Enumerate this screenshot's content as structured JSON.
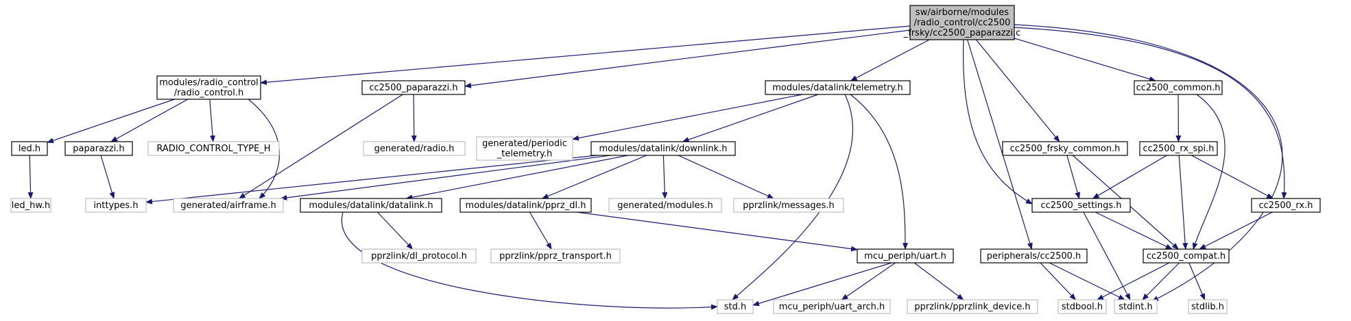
{
  "colors": {
    "edge": "#191970",
    "root_fill": "#bfbfbf",
    "external_border": "#bfbfbf",
    "internal_border": "#000000"
  },
  "nodes": [
    {
      "id": "root",
      "kind": "root",
      "lines": [
        "sw/airborne/modules",
        "/radio_control/cc2500",
        "_frsky/cc2500_paparazzi.c"
      ]
    },
    {
      "id": "radio_control_h",
      "kind": "internal",
      "lines": [
        "modules/radio_control",
        "/radio_control.h"
      ]
    },
    {
      "id": "cc2500_paparazzi_h",
      "kind": "internal",
      "lines": [
        "cc2500_paparazzi.h"
      ]
    },
    {
      "id": "telemetry_h",
      "kind": "internal",
      "lines": [
        "modules/datalink/telemetry.h"
      ]
    },
    {
      "id": "cc2500_common_h",
      "kind": "internal",
      "lines": [
        "cc2500_common.h"
      ]
    },
    {
      "id": "led_h",
      "kind": "internal",
      "lines": [
        "led.h"
      ]
    },
    {
      "id": "paparazzi_h",
      "kind": "internal",
      "lines": [
        "paparazzi.h"
      ]
    },
    {
      "id": "radio_control_type_h",
      "kind": "external",
      "lines": [
        "RADIO_CONTROL_TYPE_H"
      ]
    },
    {
      "id": "generated_radio_h",
      "kind": "external",
      "lines": [
        "generated/radio.h"
      ]
    },
    {
      "id": "periodic_telemetry_h",
      "kind": "external",
      "lines": [
        "generated/periodic",
        "_telemetry.h"
      ]
    },
    {
      "id": "downlink_h",
      "kind": "internal",
      "lines": [
        "modules/datalink/downlink.h"
      ]
    },
    {
      "id": "cc2500_frsky_common_h",
      "kind": "internal",
      "lines": [
        "cc2500_frsky_common.h"
      ]
    },
    {
      "id": "cc2500_rx_spi_h",
      "kind": "internal",
      "lines": [
        "cc2500_rx_spi.h"
      ]
    },
    {
      "id": "led_hw_h",
      "kind": "external",
      "lines": [
        "led_hw.h"
      ]
    },
    {
      "id": "inttypes_h",
      "kind": "external",
      "lines": [
        "inttypes.h"
      ]
    },
    {
      "id": "generated_airframe_h",
      "kind": "external",
      "lines": [
        "generated/airframe.h"
      ]
    },
    {
      "id": "datalink_h",
      "kind": "internal",
      "lines": [
        "modules/datalink/datalink.h"
      ]
    },
    {
      "id": "pprz_dl_h",
      "kind": "internal",
      "lines": [
        "modules/datalink/pprz_dl.h"
      ]
    },
    {
      "id": "generated_modules_h",
      "kind": "external",
      "lines": [
        "generated/modules.h"
      ]
    },
    {
      "id": "pprzlink_messages_h",
      "kind": "external",
      "lines": [
        "pprzlink/messages.h"
      ]
    },
    {
      "id": "cc2500_settings_h",
      "kind": "internal",
      "lines": [
        "cc2500_settings.h"
      ]
    },
    {
      "id": "cc2500_rx_h",
      "kind": "internal",
      "lines": [
        "cc2500_rx.h"
      ]
    },
    {
      "id": "dl_protocol_h",
      "kind": "external",
      "lines": [
        "pprzlink/dl_protocol.h"
      ]
    },
    {
      "id": "pprz_transport_h",
      "kind": "external",
      "lines": [
        "pprzlink/pprz_transport.h"
      ]
    },
    {
      "id": "mcu_uart_h",
      "kind": "internal",
      "lines": [
        "mcu_periph/uart.h"
      ]
    },
    {
      "id": "peripherals_cc2500_h",
      "kind": "internal",
      "lines": [
        "peripherals/cc2500.h"
      ]
    },
    {
      "id": "cc2500_compat_h",
      "kind": "internal",
      "lines": [
        "cc2500_compat.h"
      ]
    },
    {
      "id": "std_h",
      "kind": "external",
      "lines": [
        "std.h"
      ]
    },
    {
      "id": "uart_arch_h",
      "kind": "external",
      "lines": [
        "mcu_periph/uart_arch.h"
      ]
    },
    {
      "id": "pprzlink_device_h",
      "kind": "external",
      "lines": [
        "pprzlink/pprzlink_device.h"
      ]
    },
    {
      "id": "stdbool_h",
      "kind": "external",
      "lines": [
        "stdbool.h"
      ]
    },
    {
      "id": "stdint_h",
      "kind": "external",
      "lines": [
        "stdint.h"
      ]
    },
    {
      "id": "stdlib_h",
      "kind": "external",
      "lines": [
        "stdlib.h"
      ]
    }
  ],
  "edges": [
    [
      "root",
      "radio_control_h"
    ],
    [
      "root",
      "cc2500_paparazzi_h"
    ],
    [
      "root",
      "telemetry_h"
    ],
    [
      "root",
      "cc2500_common_h"
    ],
    [
      "root",
      "cc2500_frsky_common_h"
    ],
    [
      "root",
      "cc2500_settings_h"
    ],
    [
      "root",
      "cc2500_rx_h"
    ],
    [
      "root",
      "peripherals_cc2500_h"
    ],
    [
      "root",
      "stdint_h"
    ],
    [
      "radio_control_h",
      "led_h"
    ],
    [
      "radio_control_h",
      "paparazzi_h"
    ],
    [
      "radio_control_h",
      "radio_control_type_h"
    ],
    [
      "radio_control_h",
      "generated_airframe_h"
    ],
    [
      "led_h",
      "led_hw_h"
    ],
    [
      "paparazzi_h",
      "inttypes_h"
    ],
    [
      "cc2500_paparazzi_h",
      "generated_radio_h"
    ],
    [
      "cc2500_paparazzi_h",
      "generated_airframe_h"
    ],
    [
      "telemetry_h",
      "periodic_telemetry_h"
    ],
    [
      "telemetry_h",
      "downlink_h"
    ],
    [
      "telemetry_h",
      "std_h"
    ],
    [
      "telemetry_h",
      "mcu_uart_h"
    ],
    [
      "downlink_h",
      "inttypes_h"
    ],
    [
      "downlink_h",
      "generated_airframe_h"
    ],
    [
      "downlink_h",
      "datalink_h"
    ],
    [
      "downlink_h",
      "pprz_dl_h"
    ],
    [
      "downlink_h",
      "generated_modules_h"
    ],
    [
      "downlink_h",
      "pprzlink_messages_h"
    ],
    [
      "datalink_h",
      "dl_protocol_h"
    ],
    [
      "datalink_h",
      "std_h"
    ],
    [
      "pprz_dl_h",
      "pprz_transport_h"
    ],
    [
      "pprz_dl_h",
      "mcu_uart_h"
    ],
    [
      "mcu_uart_h",
      "std_h"
    ],
    [
      "mcu_uart_h",
      "uart_arch_h"
    ],
    [
      "mcu_uart_h",
      "pprzlink_device_h"
    ],
    [
      "cc2500_common_h",
      "cc2500_rx_spi_h"
    ],
    [
      "cc2500_common_h",
      "cc2500_compat_h"
    ],
    [
      "cc2500_frsky_common_h",
      "cc2500_settings_h"
    ],
    [
      "cc2500_frsky_common_h",
      "cc2500_compat_h"
    ],
    [
      "cc2500_rx_spi_h",
      "cc2500_settings_h"
    ],
    [
      "cc2500_rx_spi_h",
      "cc2500_compat_h"
    ],
    [
      "cc2500_rx_spi_h",
      "cc2500_rx_h"
    ],
    [
      "cc2500_settings_h",
      "cc2500_compat_h"
    ],
    [
      "cc2500_settings_h",
      "stdint_h"
    ],
    [
      "cc2500_rx_h",
      "cc2500_compat_h"
    ],
    [
      "peripherals_cc2500_h",
      "stdbool_h"
    ],
    [
      "peripherals_cc2500_h",
      "stdint_h"
    ],
    [
      "cc2500_compat_h",
      "stdbool_h"
    ],
    [
      "cc2500_compat_h",
      "stdint_h"
    ],
    [
      "cc2500_compat_h",
      "stdlib_h"
    ]
  ]
}
